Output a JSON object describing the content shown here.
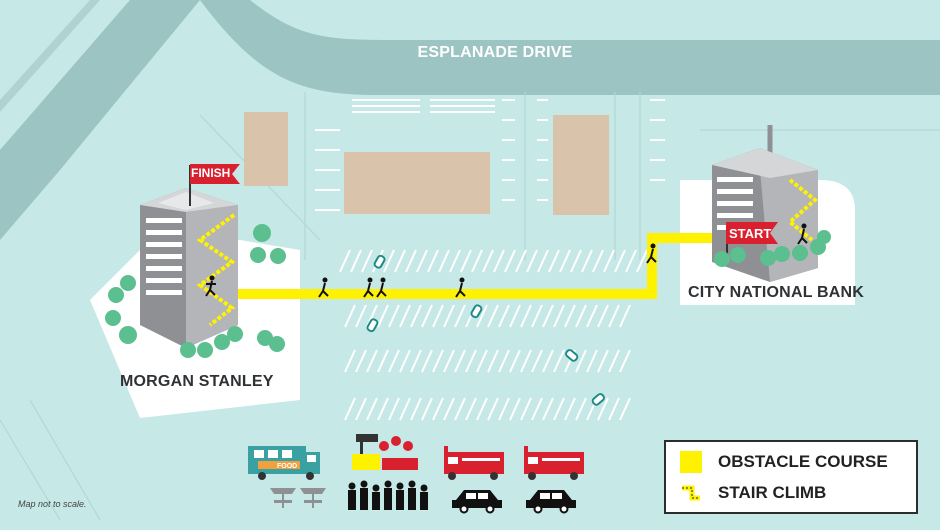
{
  "map": {
    "street_name": "ESPLANADE DRIVE",
    "buildings": [
      {
        "name": "MORGAN STANLEY",
        "flag": "FINISH"
      },
      {
        "name": "CITY NATIONAL BANK",
        "flag": "START"
      }
    ],
    "note": "Map not to scale.",
    "food_truck_text": "FOOD",
    "legend": [
      {
        "label": "OBSTACLE COURSE",
        "icon": "yellow-square-icon",
        "color": "#fff200"
      },
      {
        "label": "STAIR CLIMB",
        "icon": "stair-step-icon",
        "color": "#fff200"
      }
    ],
    "colors": {
      "background": "#c6e8e6",
      "road": "#9cc4c2",
      "course": "#fff200",
      "flag": "#d8202f",
      "building": "#9a9c9f"
    },
    "amenity_icons": [
      "food-truck-icon",
      "picnic-table-icon",
      "vendor-booth-icon",
      "crowd-icon",
      "fire-truck-icon",
      "police-car-icon"
    ]
  }
}
